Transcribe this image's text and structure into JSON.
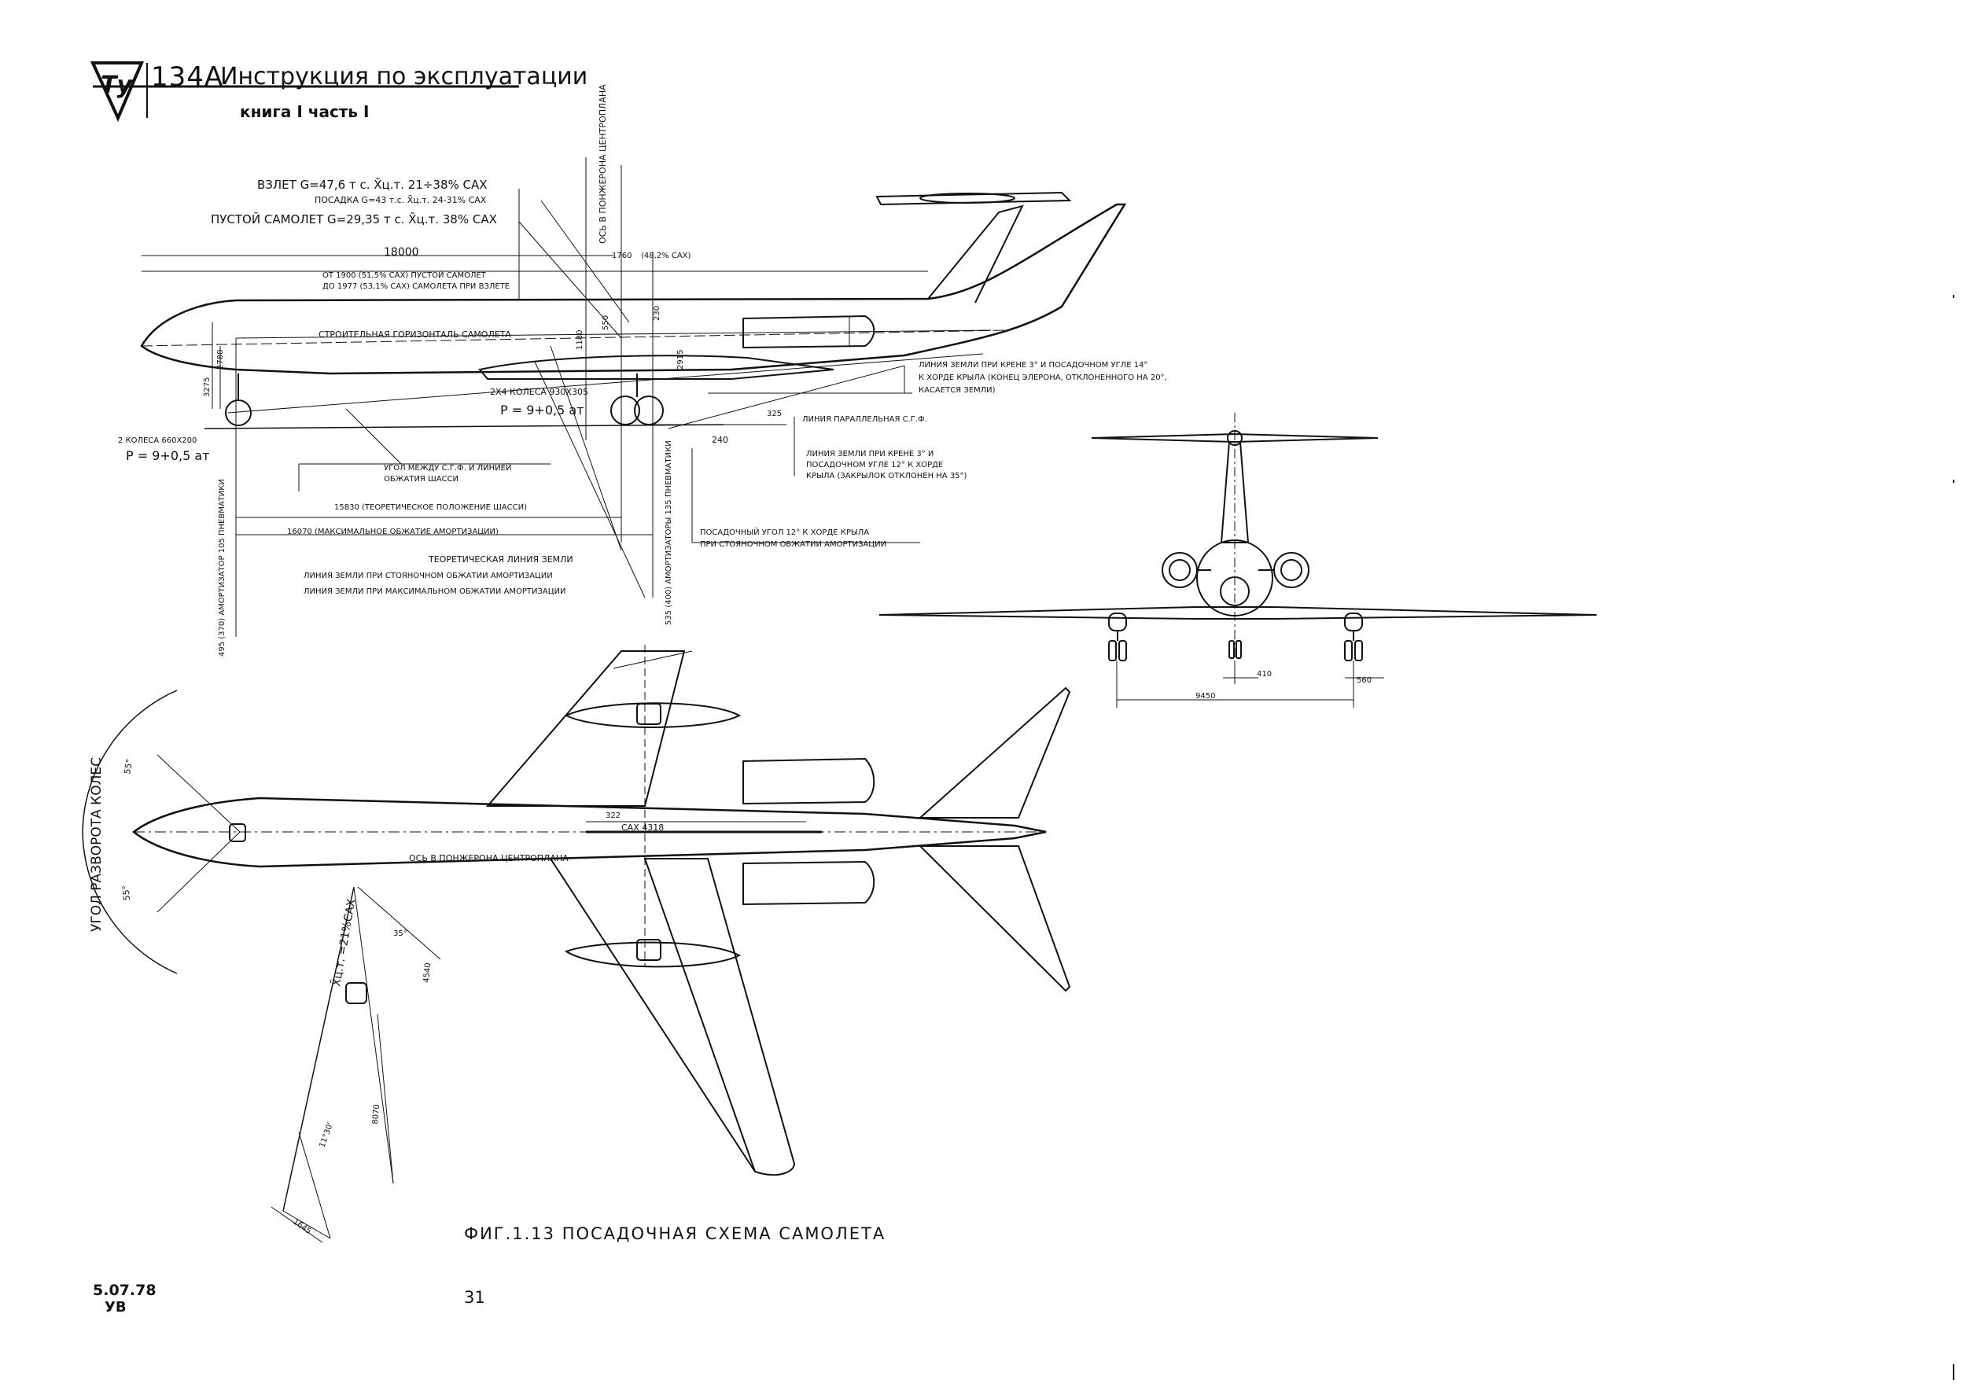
{
  "header": {
    "logo_text": "Ту",
    "model": "134А",
    "title": "Инструкция по эксплуатации",
    "subtitle": "книга I часть I"
  },
  "side_view": {
    "labels": {
      "takeoff": "ВЗЛЕТ G=47,6 т с.  X̄ц.т. 21÷38% САХ",
      "landing": "ПОСАДКА G=43 т.с. X̄ц.т. 24-31% САХ",
      "empty": "ПУСТОЙ САМОЛЕТ G=29,35 т с.  X̄ц.т. 38% САХ",
      "pylon_axis": "ОСЬ В ПОНЖЕРОНА ЦЕНТРОПЛАНА",
      "dim_18000": "18000",
      "dim_1760": "1760",
      "sax_482": "(48,2% САХ)",
      "from_1900": "ОТ 1900 (51,5% САХ) ПУСТОЙ САМОЛЕТ",
      "to_1977": "ДО 1977 (53,1% САХ) САМОЛЕТА ПРИ ВЗЛЕТЕ",
      "horizontal": "СТРОИТЕЛЬНАЯ ГОРИЗОНТАЛЬ САМОЛЕТА",
      "main_wheels": "2Х4 КОЛЕСА 930Х305",
      "main_pressure": "Р = 9+0,5 ат",
      "nose_wheels": "2 КОЛЕСА 660Х200",
      "nose_pressure": "Р = 9+0,5 ат",
      "angle_label": "УГОЛ МЕЖДУ С.Г.Ф. И ЛИНИЕЙ ОБЖАТИЯ ШАССИ",
      "dim_15830": "15830 (ТЕОРЕТИЧЕСКОЕ ПОЛОЖЕНИЕ ШАССИ)",
      "dim_16070": "16070 (МАКСИМАЛЬНОЕ ОБЖАТИЕ АМОРТИЗАЦИИ)",
      "ground_theory": "ТЕОРЕТИЧЕСКАЯ ЛИНИЯ ЗЕМЛИ",
      "ground_static": "ЛИНИЯ ЗЕМЛИ ПРИ СТОЯНОЧНОМ ОБЖАТИИ АМОРТИЗАЦИИ",
      "ground_max": "ЛИНИЯ ЗЕМЛИ ПРИ МАКСИМАЛЬНОМ ОБЖАТИИ АМОРТИЗАЦИИ",
      "ground_bank_1": "ЛИНИЯ ЗЕМЛИ ПРИ КРЕНЕ 3° И ПОСАДОЧНОМ УГЛЕ 14°",
      "ground_bank_2": "К ХОРДЕ КРЫЛА (КОНЕЦ ЭЛЕРОНА, ОТКЛОНЕННОГО НА 20°,",
      "ground_bank_3": "КАСАЕТСЯ ЗЕМЛИ)",
      "parallel": "ЛИНИЯ ПАРАЛЛЕЛЬНАЯ С.Г.Ф.",
      "ground_flap_1": "ЛИНИЯ ЗЕМЛИ ПРИ КРЕНЕ 3° И",
      "ground_flap_2": "ПОСАДОЧНОМ УГЛЕ 12° К ХОРДЕ",
      "ground_flap_3": "КРЫЛА (ЗАКРЫЛОК ОТКЛОНЕН НА 35°)",
      "landing_angle_1": "ПОСАДОЧНЫЙ УГОЛ 12° К ХОРДЕ КРЫЛА",
      "landing_angle_2": "ПРИ СТОЯНОЧНОМ ОБЖАТИИ АМОРТИЗАЦИИ",
      "nose_shock": "495 (370) АМОРТИЗАТОР 105 ПНЕВМАТИКИ",
      "main_shock": "535 (400) АМОРТИЗАТОРЫ 135 ПНЕВМАТИКИ",
      "dim_3275": "3275",
      "dim_2780": "2780",
      "dim_1180": "1180",
      "dim_325": "325",
      "dim_240": "240",
      "dim_550": "550",
      "dim_230": "230",
      "dim_2915": "2915"
    }
  },
  "front_view": {
    "dim_9450": "9450",
    "dim_410": "410",
    "dim_560": "560"
  },
  "plan_view": {
    "turn_angle": "УГОЛ РАЗВОРОТА КОЛЕС",
    "angle_55a": "55°",
    "angle_55b": "55°",
    "dim_322": "322",
    "sax": "САХ 4318",
    "pylon_axis": "ОСЬ В ПОНЖЕРОНА ЦЕНТРОПЛАНА",
    "xct": "X̄ц.т. =21%САХ",
    "dim_4540": "4540",
    "dim_8070": "8070",
    "dim_1645": "1645",
    "angle_11": "11°30'",
    "angle_35": "35°"
  },
  "caption": "ФИГ.1.13 ПОСАДОЧНАЯ  СХЕМА  САМОЛЕТА",
  "footer": {
    "date": "5.07.78",
    "code": "УВ",
    "page": "31"
  }
}
